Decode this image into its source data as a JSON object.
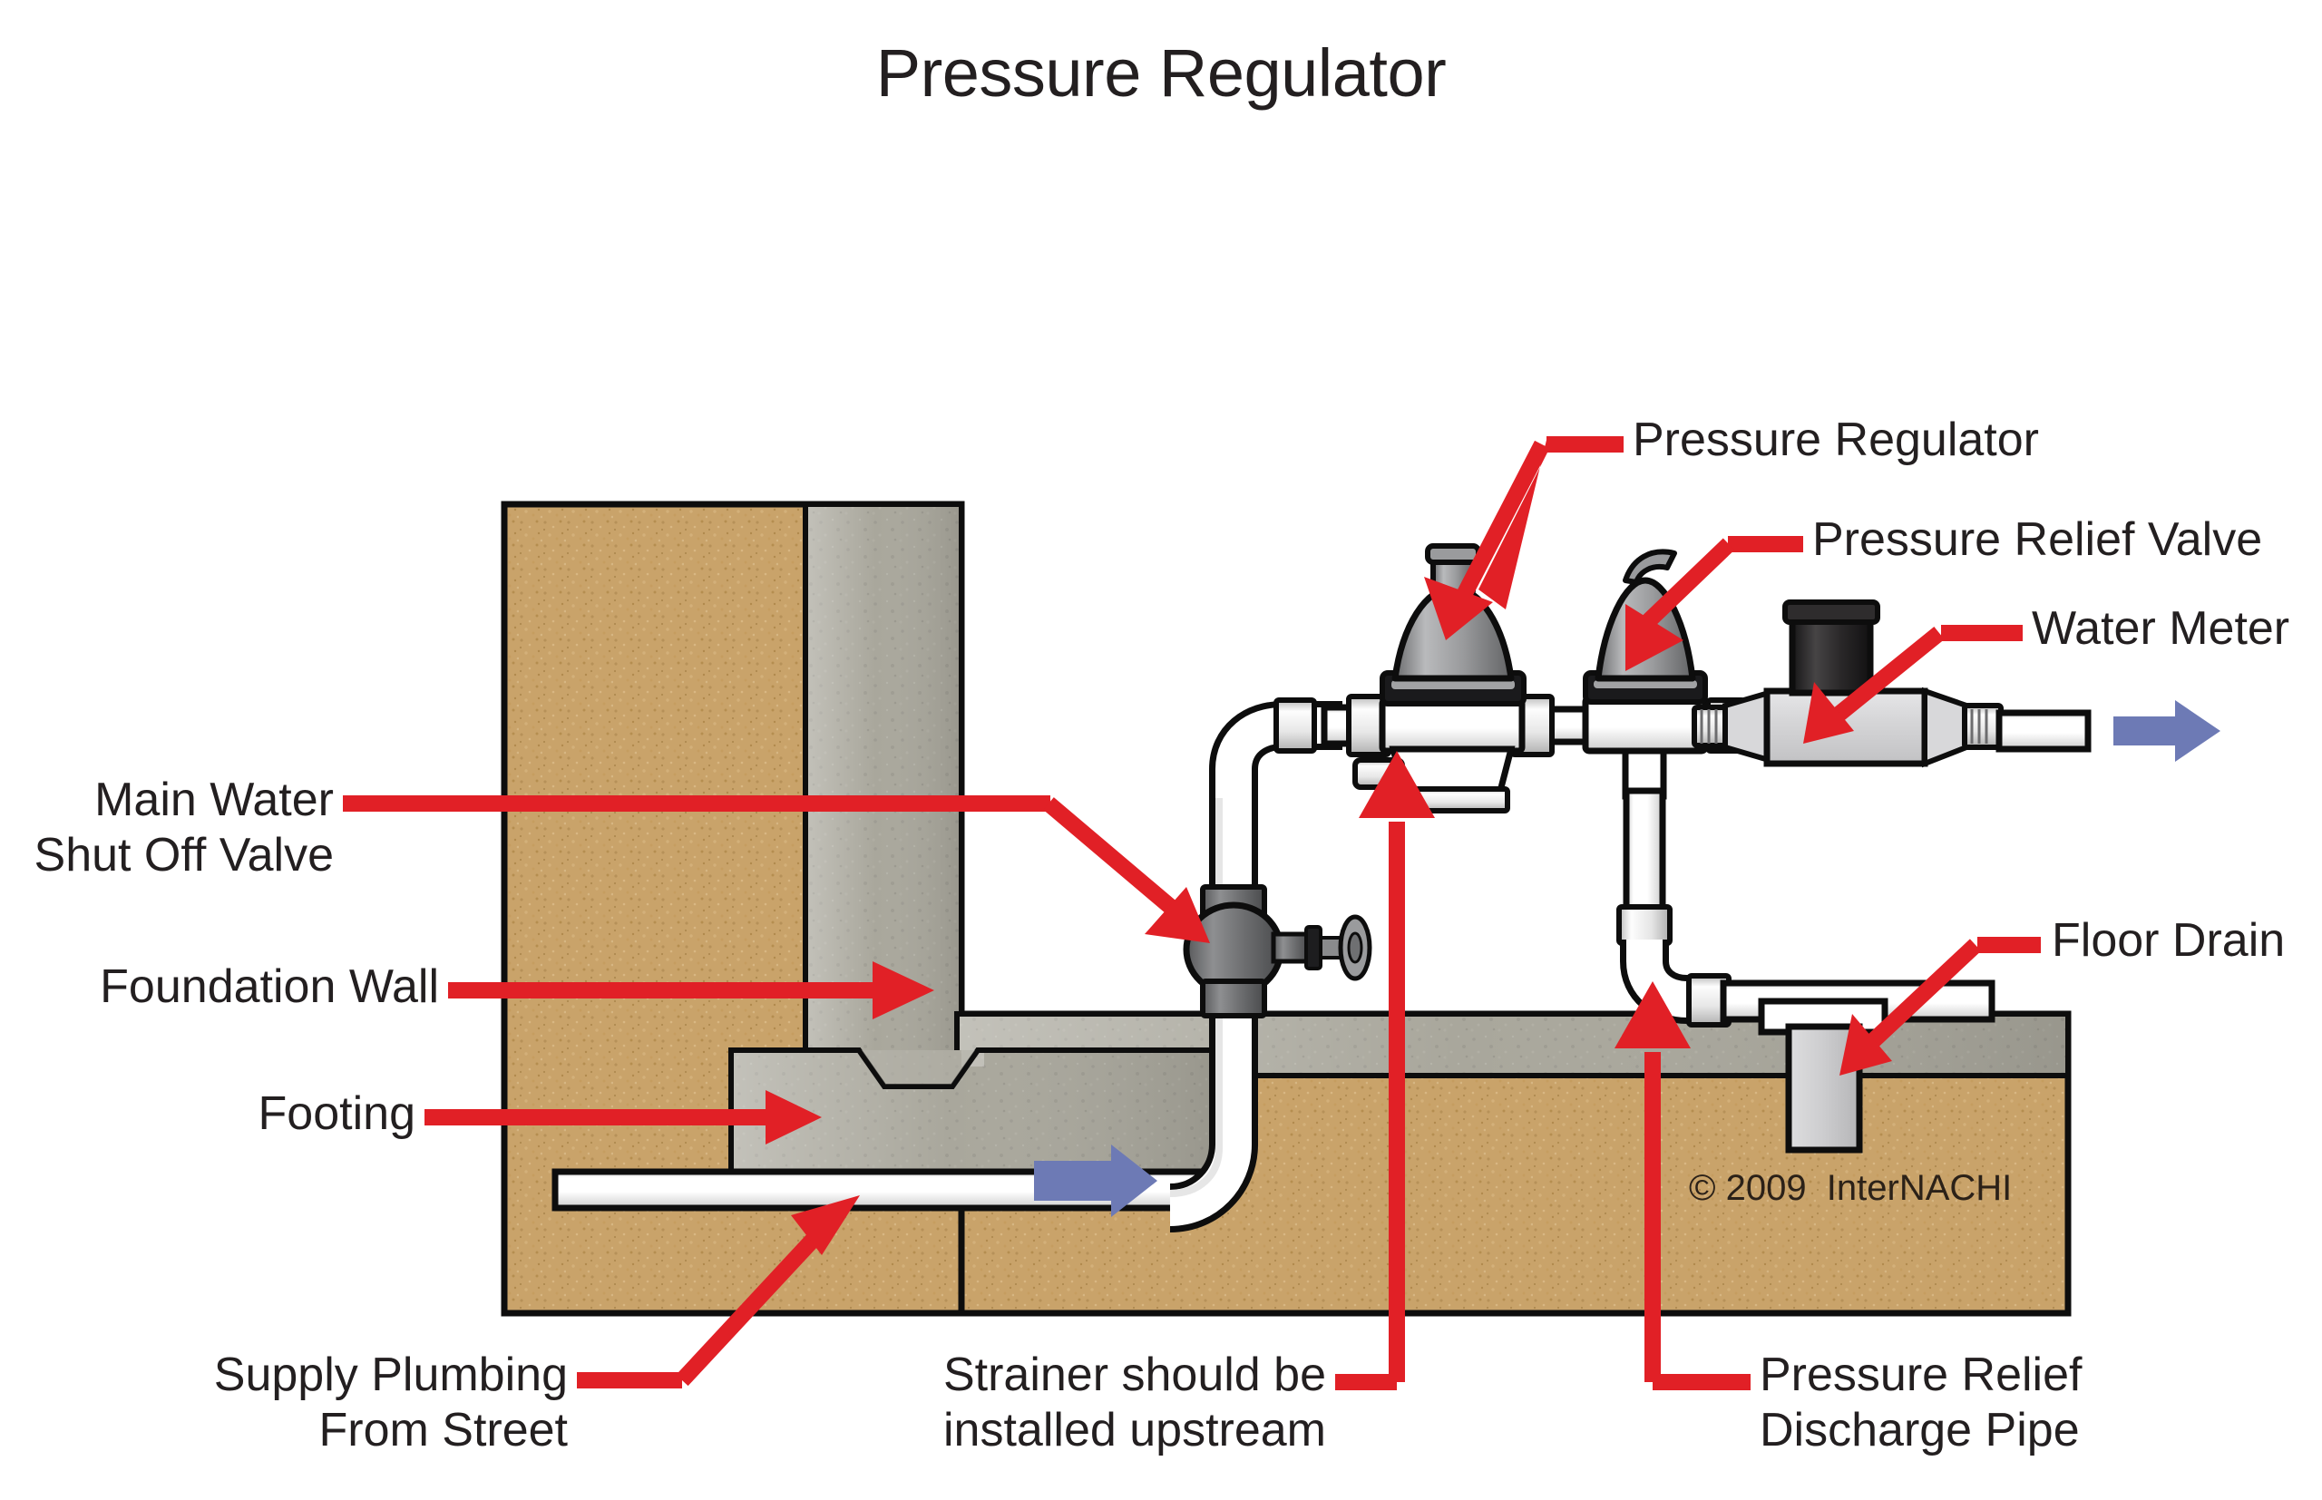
{
  "title": "Pressure Regulator",
  "colors": {
    "leader_red": "#e12026",
    "flow_arrow_blue": "#6d7ab5",
    "soil_tan": "#c9a36a",
    "concrete_gray": "#a9a79c",
    "pipe_white": "#ffffff",
    "valve_dark_gray": "#6f7072",
    "meter_body_gray": "#d4d4d6",
    "meter_register_black": "#211f20",
    "outline_black": "#0d0d0d",
    "text_black": "#231f20"
  },
  "labels": {
    "pressure_regulator": "Pressure Regulator",
    "pressure_relief_valve": "Pressure Relief Valve",
    "water_meter": "Water Meter",
    "floor_drain": "Floor Drain",
    "main_water_shut_off_valve": "Main Water\nShut Off Valve",
    "foundation_wall": "Foundation Wall",
    "footing": "Footing",
    "supply_plumbing_from_street": "Supply Plumbing\nFrom Street",
    "strainer_note": "Strainer should be\ninstalled upstream",
    "pressure_relief_discharge_pipe": "Pressure Relief\nDischarge Pipe"
  },
  "copyright": "© 2009  InterNACHI",
  "components": [
    {
      "name": "main-water-shut-off-valve",
      "kind": "ball-valve-with-handwheel"
    },
    {
      "name": "pressure-regulator",
      "kind": "bell-dome-regulator"
    },
    {
      "name": "pressure-relief-valve",
      "kind": "bell-dome-relief-valve"
    },
    {
      "name": "water-meter",
      "kind": "inline-meter-with-register"
    },
    {
      "name": "floor-drain",
      "kind": "slab-drain-box"
    },
    {
      "name": "foundation-wall",
      "kind": "concrete-wall-section"
    },
    {
      "name": "footing",
      "kind": "keyed-concrete-footing"
    },
    {
      "name": "supply-pipe",
      "kind": "buried-horizontal-pipe"
    },
    {
      "name": "discharge-pipe",
      "kind": "relief-discharge-run"
    }
  ],
  "flow_arrows": [
    {
      "name": "supply-flow-arrow",
      "direction": "right"
    },
    {
      "name": "outlet-flow-arrow",
      "direction": "right"
    }
  ]
}
